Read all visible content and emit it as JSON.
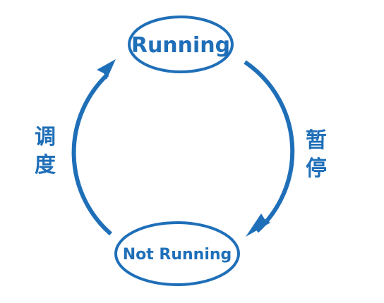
{
  "diagram": {
    "colors": {
      "primary": "#1f6fb8",
      "background": "#ffffff"
    },
    "states": {
      "running": "Running",
      "not_running": "Not Running"
    },
    "transitions": {
      "pause": {
        "char1": "暂",
        "char2": "停"
      },
      "schedule": {
        "char1": "调",
        "char2": "度"
      }
    }
  }
}
